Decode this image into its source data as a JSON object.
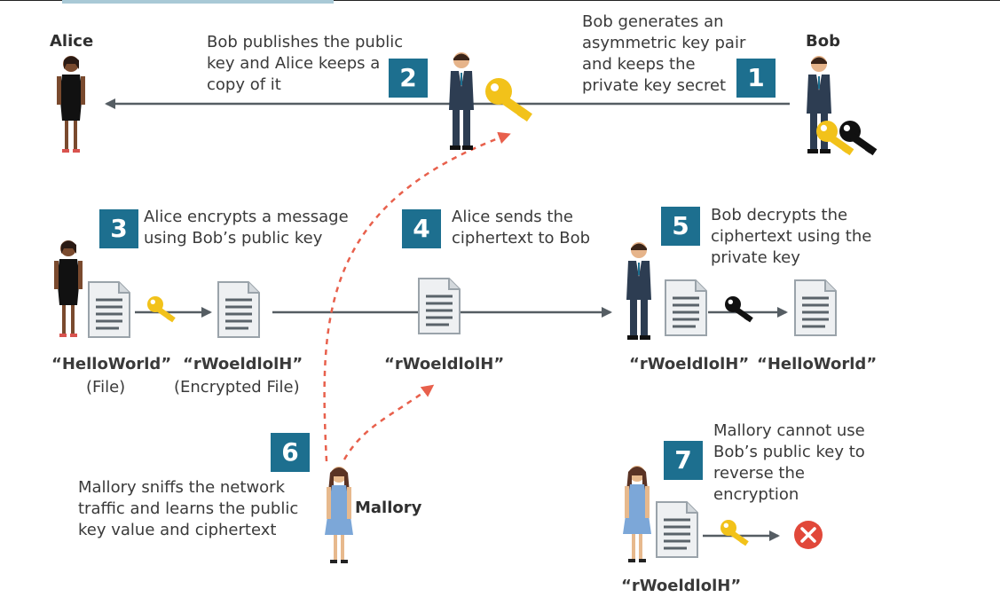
{
  "colors": {
    "badge": "#1d6f8f",
    "arrow": "#555d63",
    "dashed": "#e8604c",
    "key_gold": "#f2c21a",
    "key_black": "#111111",
    "suit": "#2d3d52",
    "error": "#e1483a"
  },
  "actors": {
    "alice": "Alice",
    "bob": "Bob",
    "mallory": "Mallory"
  },
  "steps": [
    {
      "num": "1",
      "lines": [
        "Bob generates an",
        "asymmetric key pair",
        "and keeps the",
        "private key secret"
      ]
    },
    {
      "num": "2",
      "lines": [
        "Bob publishes the public",
        "key and Alice keeps a",
        "copy of it"
      ]
    },
    {
      "num": "3",
      "lines": [
        "Alice encrypts a message",
        "using Bob’s public key"
      ]
    },
    {
      "num": "4",
      "lines": [
        "Alice sends the",
        "ciphertext to Bob"
      ]
    },
    {
      "num": "5",
      "lines": [
        "Bob decrypts the",
        "ciphertext using the",
        "private key"
      ]
    },
    {
      "num": "6",
      "lines": [
        "Mallory sniffs the network",
        "traffic and learns the public",
        "key value and ciphertext"
      ]
    },
    {
      "num": "7",
      "lines": [
        "Mallory cannot use",
        "Bob’s public key to",
        "reverse the",
        "encryption"
      ]
    }
  ],
  "files": {
    "plain_name": "“HelloWorld”",
    "plain_sub": "(File)",
    "enc_name": "“rWoeldlolH”",
    "enc_sub": "(Encrypted File)",
    "transit_name": "“rWoeldlolH”",
    "bob_cipher": "“rWoeldlolH”",
    "bob_plain": "“HelloWorld”",
    "mallory_cipher": "“rWoeldlolH”"
  },
  "icons": {
    "public_key": "key-gold-icon",
    "private_key": "key-black-icon",
    "document": "document-icon",
    "fail": "x-circle-icon"
  }
}
